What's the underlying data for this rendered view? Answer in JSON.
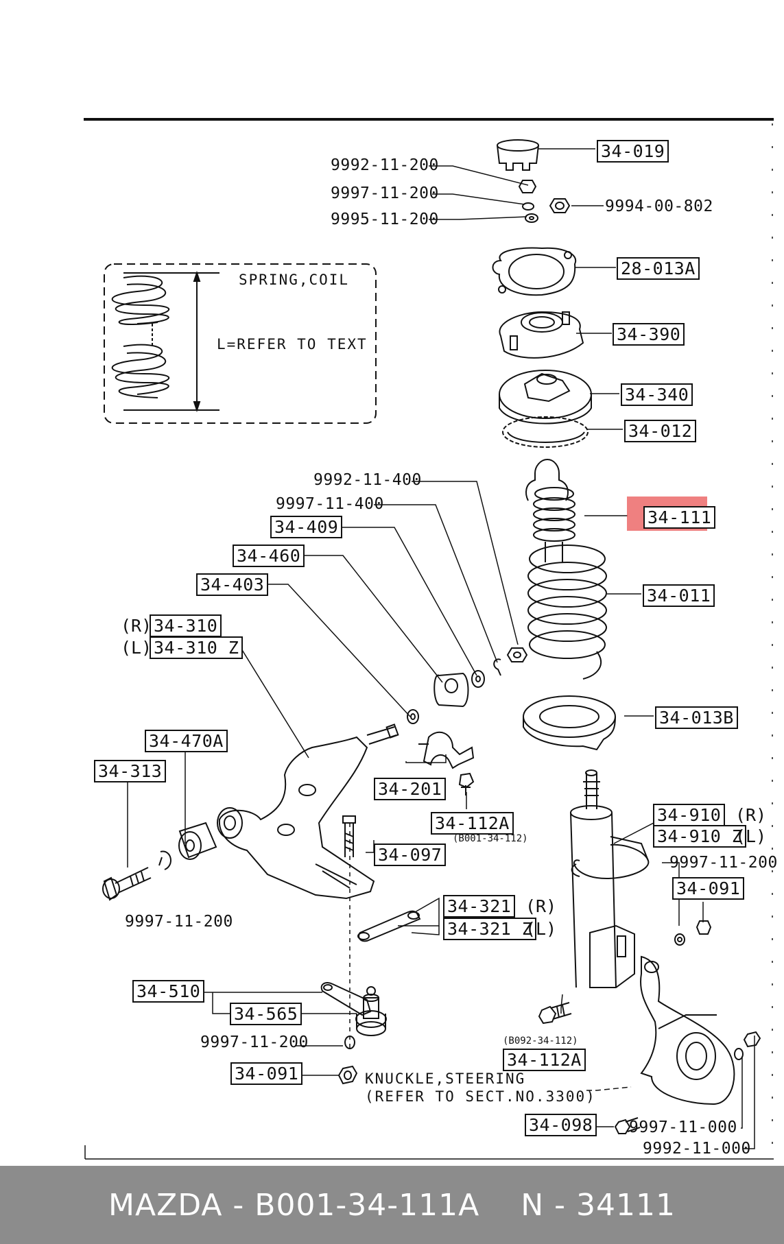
{
  "part_numbers": {
    "cap": "34-019",
    "nut_top": "9992-11-200",
    "lockwasher_top": "9997-11-200",
    "washer_top": "9995-11-200",
    "nut_right_top": "9994-00-802",
    "plate": "28-013A",
    "mount": "34-390",
    "seat_upper": "34-340",
    "insulator_upper": "34-012",
    "nut_link": "9992-11-400",
    "lockwasher_link": "9997-11-400",
    "bush_link": "34-409",
    "bush_stab": "34-460",
    "washer_stab": "34-403",
    "arm_r": "34-310",
    "arm_l": "34-310 Z",
    "bound_stopper": "34-111",
    "spring": "34-011",
    "insulator_lower": "34-013B",
    "bush_arm": "34-470A",
    "bolt_arm": "34-313",
    "bracket": "34-201",
    "bolt_bracket": "34-112A",
    "bolt_bracket_ref": "(B001-34-112)",
    "bolt_vertical": "34-097",
    "lockwasher_arm": "9997-11-200",
    "strut_r": "34-910",
    "strut_l": "34-910 Z",
    "lockwasher_strut": "9997-11-200",
    "nut_strut": "34-091",
    "stabilizer_r": "34-321",
    "stabilizer_l": "34-321 Z",
    "balljoint": "34-510",
    "balljoint_pin": "34-565",
    "lockwasher_bj": "9997-11-200",
    "nut_bj": "34-091",
    "strut_bolt_ref": "(B092-34-112)",
    "strut_bolt": "34-112A",
    "knuckle_bolt": "34-098",
    "lockwasher_knuckle": "9997-11-000",
    "nut_knuckle": "9992-11-000"
  },
  "side_labels": {
    "r": "(R)",
    "l": "(L)"
  },
  "spring_inset": {
    "title": "SPRING,COIL",
    "note": "L=REFER TO TEXT"
  },
  "knuckle_note": {
    "line1": "KNUCKLE,STEERING",
    "line2": "(REFER TO SECT.NO.3300)"
  },
  "footer": {
    "brand_part": "MAZDA - B001-34-111A",
    "ref": "N - 34111"
  },
  "colors": {
    "highlight": "#e95555",
    "footer_bg": "#8c8c8c",
    "footer_text": "#ffffff",
    "line": "#111111"
  }
}
